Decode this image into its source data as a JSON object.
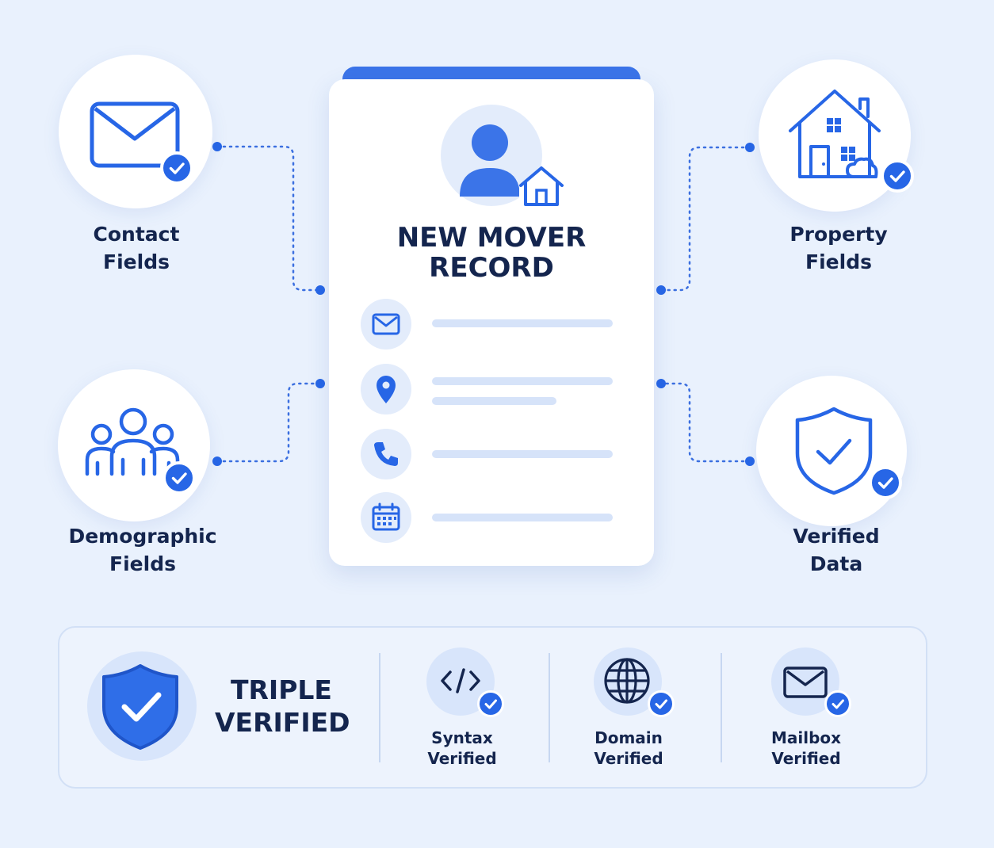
{
  "card": {
    "title_line1": "NEW MOVER",
    "title_line2": "RECORD",
    "rows": [
      {
        "icon": "envelope-icon"
      },
      {
        "icon": "location-pin-icon"
      },
      {
        "icon": "phone-icon"
      },
      {
        "icon": "calendar-icon"
      }
    ]
  },
  "nodes": {
    "contact": {
      "line1": "Contact",
      "line2": "Fields",
      "icon": "envelope-icon"
    },
    "demographic": {
      "line1": "Demographic",
      "line2": "Fields",
      "icon": "people-group-icon"
    },
    "property": {
      "line1": "Property",
      "line2": "Fields",
      "icon": "house-icon"
    },
    "verified": {
      "line1": "Verified",
      "line2": "Data",
      "icon": "shield-check-icon"
    }
  },
  "panel": {
    "title_line1": "TRIPLE",
    "title_line2": "VERIFIED",
    "items": [
      {
        "line1": "Syntax",
        "line2": "Verified",
        "icon": "code-icon"
      },
      {
        "line1": "Domain",
        "line2": "Verified",
        "icon": "globe-icon"
      },
      {
        "line1": "Mailbox",
        "line2": "Verified",
        "icon": "envelope-icon"
      }
    ]
  },
  "colors": {
    "accent": "#2766e6",
    "text": "#14254e",
    "background": "#e9f1fd",
    "line": "#3b6fe0"
  }
}
